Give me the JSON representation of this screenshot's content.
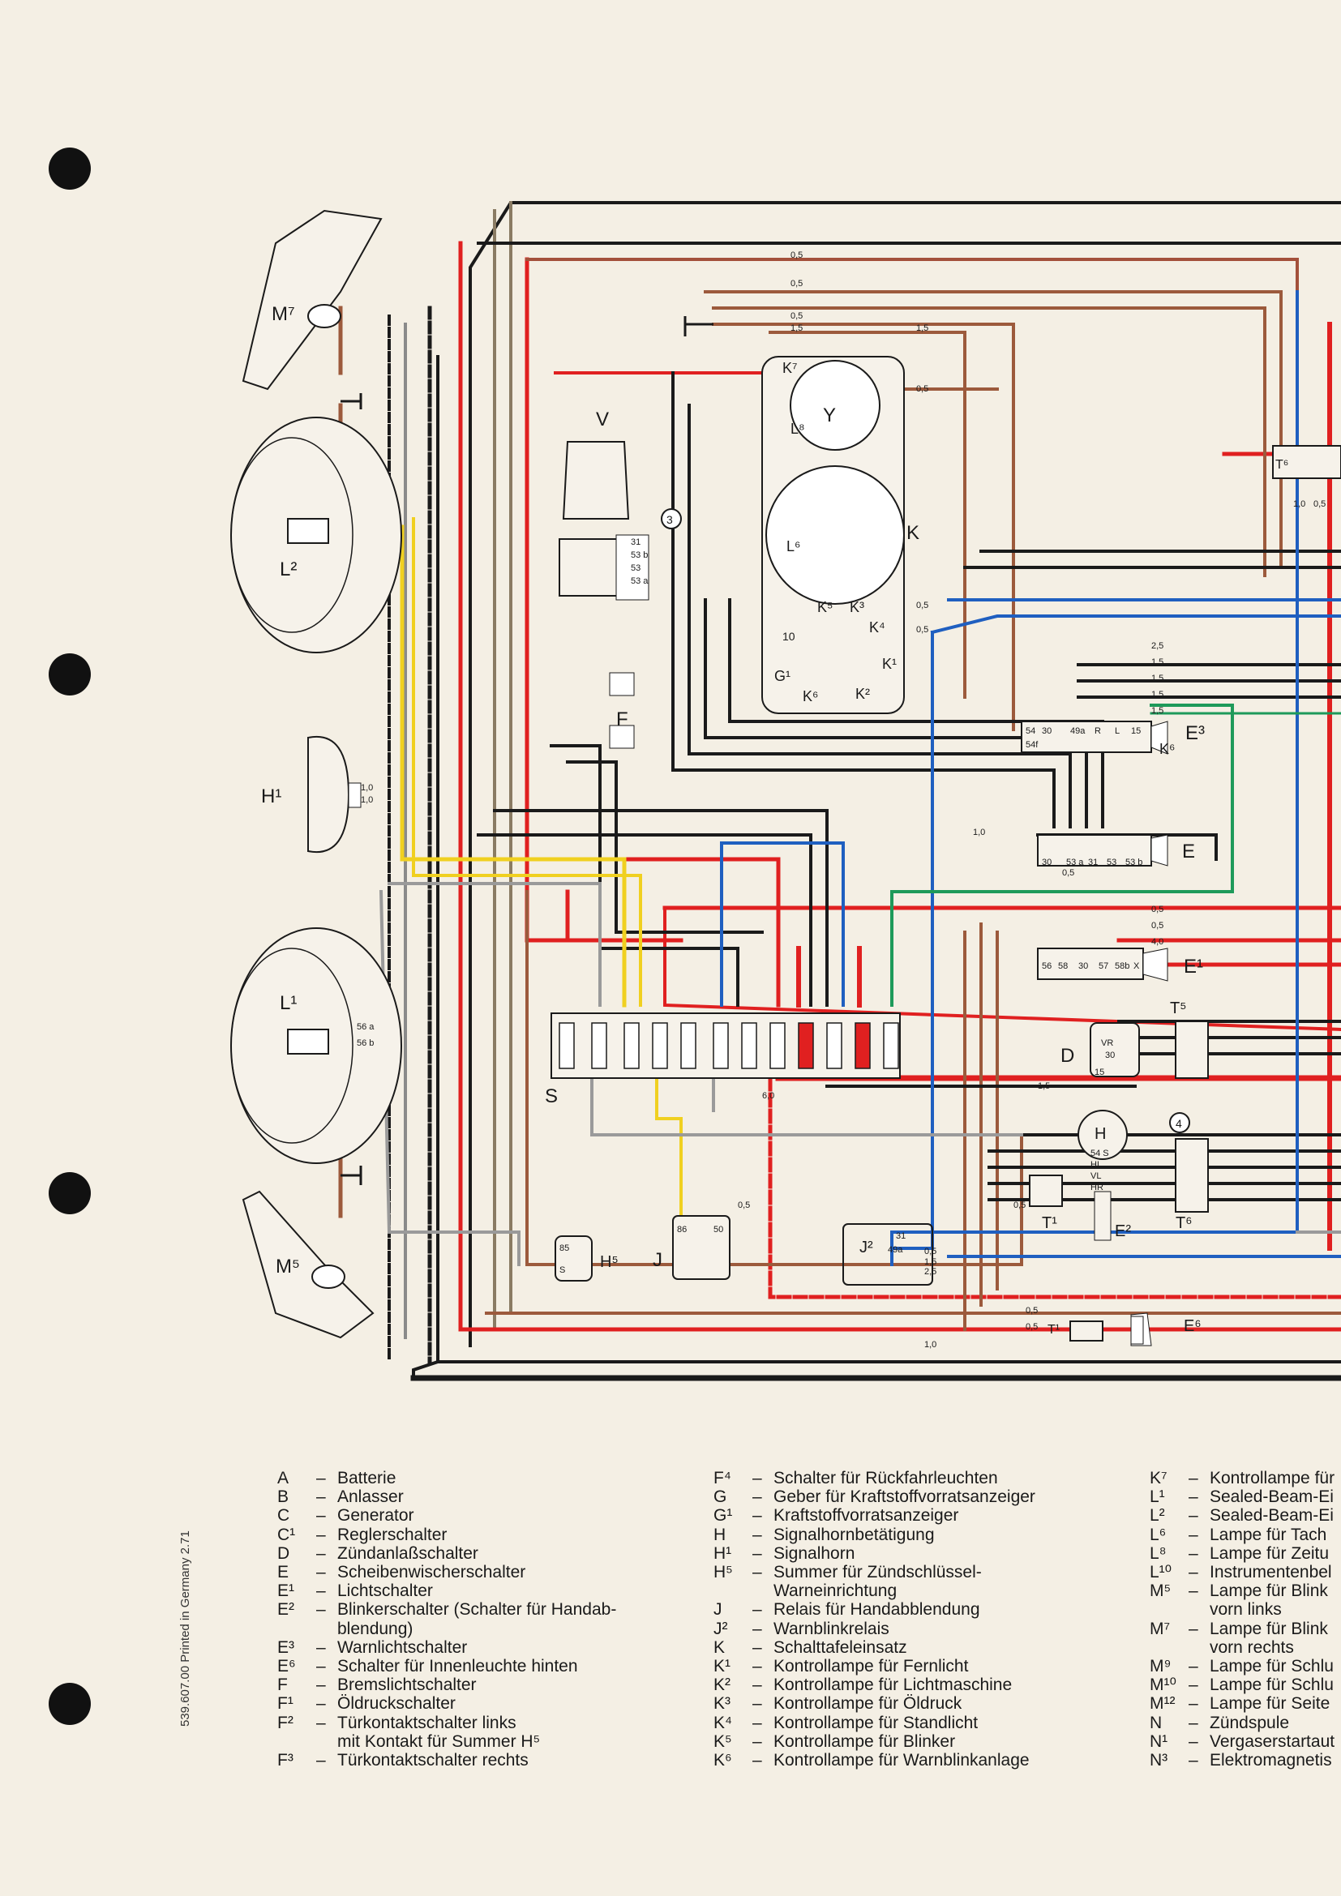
{
  "document": {
    "print_note": "539.607.00 Printed in Germany 2.71",
    "diagram_labels": {
      "M7": "M⁷",
      "L2": "L²",
      "H1": "H¹",
      "L1": "L¹",
      "M5": "M⁵",
      "V": "V",
      "Y": "Y",
      "K": "K",
      "L8": "L⁸",
      "L6": "L⁶",
      "K7": "K⁷",
      "K5": "K⁵",
      "K3": "K³",
      "K4": "K⁴",
      "K1": "K¹",
      "K2": "K²",
      "K6": "K⁶",
      "L10": "10",
      "G1": "G¹",
      "F": "F",
      "E3": "E³",
      "E": "E",
      "E1": "E¹",
      "T5": "T⁵",
      "D": "D",
      "H": "H",
      "E2": "E²",
      "T6": "T⁶",
      "T1": "T¹",
      "S": "S",
      "J": "J",
      "H5": "H⁵",
      "J2": "J²",
      "E6": "E⁶",
      "circle3": "3",
      "circle4": "4"
    },
    "wire_sizes": [
      "0,5",
      "1,5",
      "2,5",
      "1,0",
      "4,0",
      "6,0"
    ],
    "terminals": [
      "31",
      "53 b",
      "53",
      "53 a",
      "54",
      "30",
      "49a",
      "R",
      "L",
      "15",
      "54f",
      "56",
      "58",
      "57",
      "58b",
      "X",
      "56 a",
      "56 b",
      "86",
      "85",
      "S",
      "50",
      "VR",
      "HL",
      "VL",
      "HR",
      "54 S"
    ]
  },
  "legend": {
    "col1": [
      {
        "code": "A",
        "text": "Batterie"
      },
      {
        "code": "B",
        "text": "Anlasser"
      },
      {
        "code": "C",
        "text": "Generator"
      },
      {
        "code": "C¹",
        "text": "Reglerschalter"
      },
      {
        "code": "D",
        "text": "Zündanlaßschalter"
      },
      {
        "code": "E",
        "text": "Scheibenwischerschalter"
      },
      {
        "code": "E¹",
        "text": "Lichtschalter"
      },
      {
        "code": "E²",
        "text": "Blinkerschalter (Schalter für Handab-",
        "cont": "blendung)"
      },
      {
        "code": "E³",
        "text": "Warnlichtschalter"
      },
      {
        "code": "E⁶",
        "text": "Schalter für Innenleuchte hinten"
      },
      {
        "code": "F",
        "text": "Bremslichtschalter"
      },
      {
        "code": "F¹",
        "text": "Öldruckschalter"
      },
      {
        "code": "F²",
        "text": "Türkontaktschalter links",
        "cont": "mit Kontakt für Summer H⁵"
      },
      {
        "code": "F³",
        "text": "Türkontaktschalter rechts"
      }
    ],
    "col2": [
      {
        "code": "F⁴",
        "text": "Schalter für Rückfahrleuchten"
      },
      {
        "code": "G",
        "text": "Geber für Kraftstoffvorratsanzeiger"
      },
      {
        "code": "G¹",
        "text": "Kraftstoffvorratsanzeiger"
      },
      {
        "code": "H",
        "text": "Signalhornbetätigung"
      },
      {
        "code": "H¹",
        "text": "Signalhorn"
      },
      {
        "code": "H⁵",
        "text": "Summer für Zündschlüssel-",
        "cont": "Warneinrichtung"
      },
      {
        "code": "J",
        "text": "Relais für Handabblendung"
      },
      {
        "code": "J²",
        "text": "Warnblinkrelais"
      },
      {
        "code": "K",
        "text": "Schalttafeleinsatz"
      },
      {
        "code": "K¹",
        "text": "Kontrollampe für Fernlicht"
      },
      {
        "code": "K²",
        "text": "Kontrollampe für Lichtmaschine"
      },
      {
        "code": "K³",
        "text": "Kontrollampe für Öldruck"
      },
      {
        "code": "K⁴",
        "text": "Kontrollampe für Standlicht"
      },
      {
        "code": "K⁵",
        "text": "Kontrollampe für Blinker"
      },
      {
        "code": "K⁶",
        "text": "Kontrollampe für Warnblinkanlage"
      }
    ],
    "col3": [
      {
        "code": "K⁷",
        "text": "Kontrollampe für"
      },
      {
        "code": "L¹",
        "text": "Sealed-Beam-Ei"
      },
      {
        "code": "L²",
        "text": "Sealed-Beam-Ei"
      },
      {
        "code": "L⁶",
        "text": "Lampe für Tach"
      },
      {
        "code": "L⁸",
        "text": "Lampe für Zeitu"
      },
      {
        "code": "L¹⁰",
        "text": "Instrumentenbel"
      },
      {
        "code": "M⁵",
        "text": "Lampe für Blink",
        "cont": "vorn links"
      },
      {
        "code": "M⁷",
        "text": "Lampe für Blink",
        "cont": "vorn rechts"
      },
      {
        "code": "M⁹",
        "text": "Lampe für Schlu"
      },
      {
        "code": "M¹⁰",
        "text": "Lampe für Schlu"
      },
      {
        "code": "M¹²",
        "text": "Lampe für Seite"
      },
      {
        "code": "N",
        "text": "Zündspule"
      },
      {
        "code": "N¹",
        "text": "Vergaserstartaut"
      },
      {
        "code": "N³",
        "text": "Elektromagnetis"
      }
    ]
  }
}
